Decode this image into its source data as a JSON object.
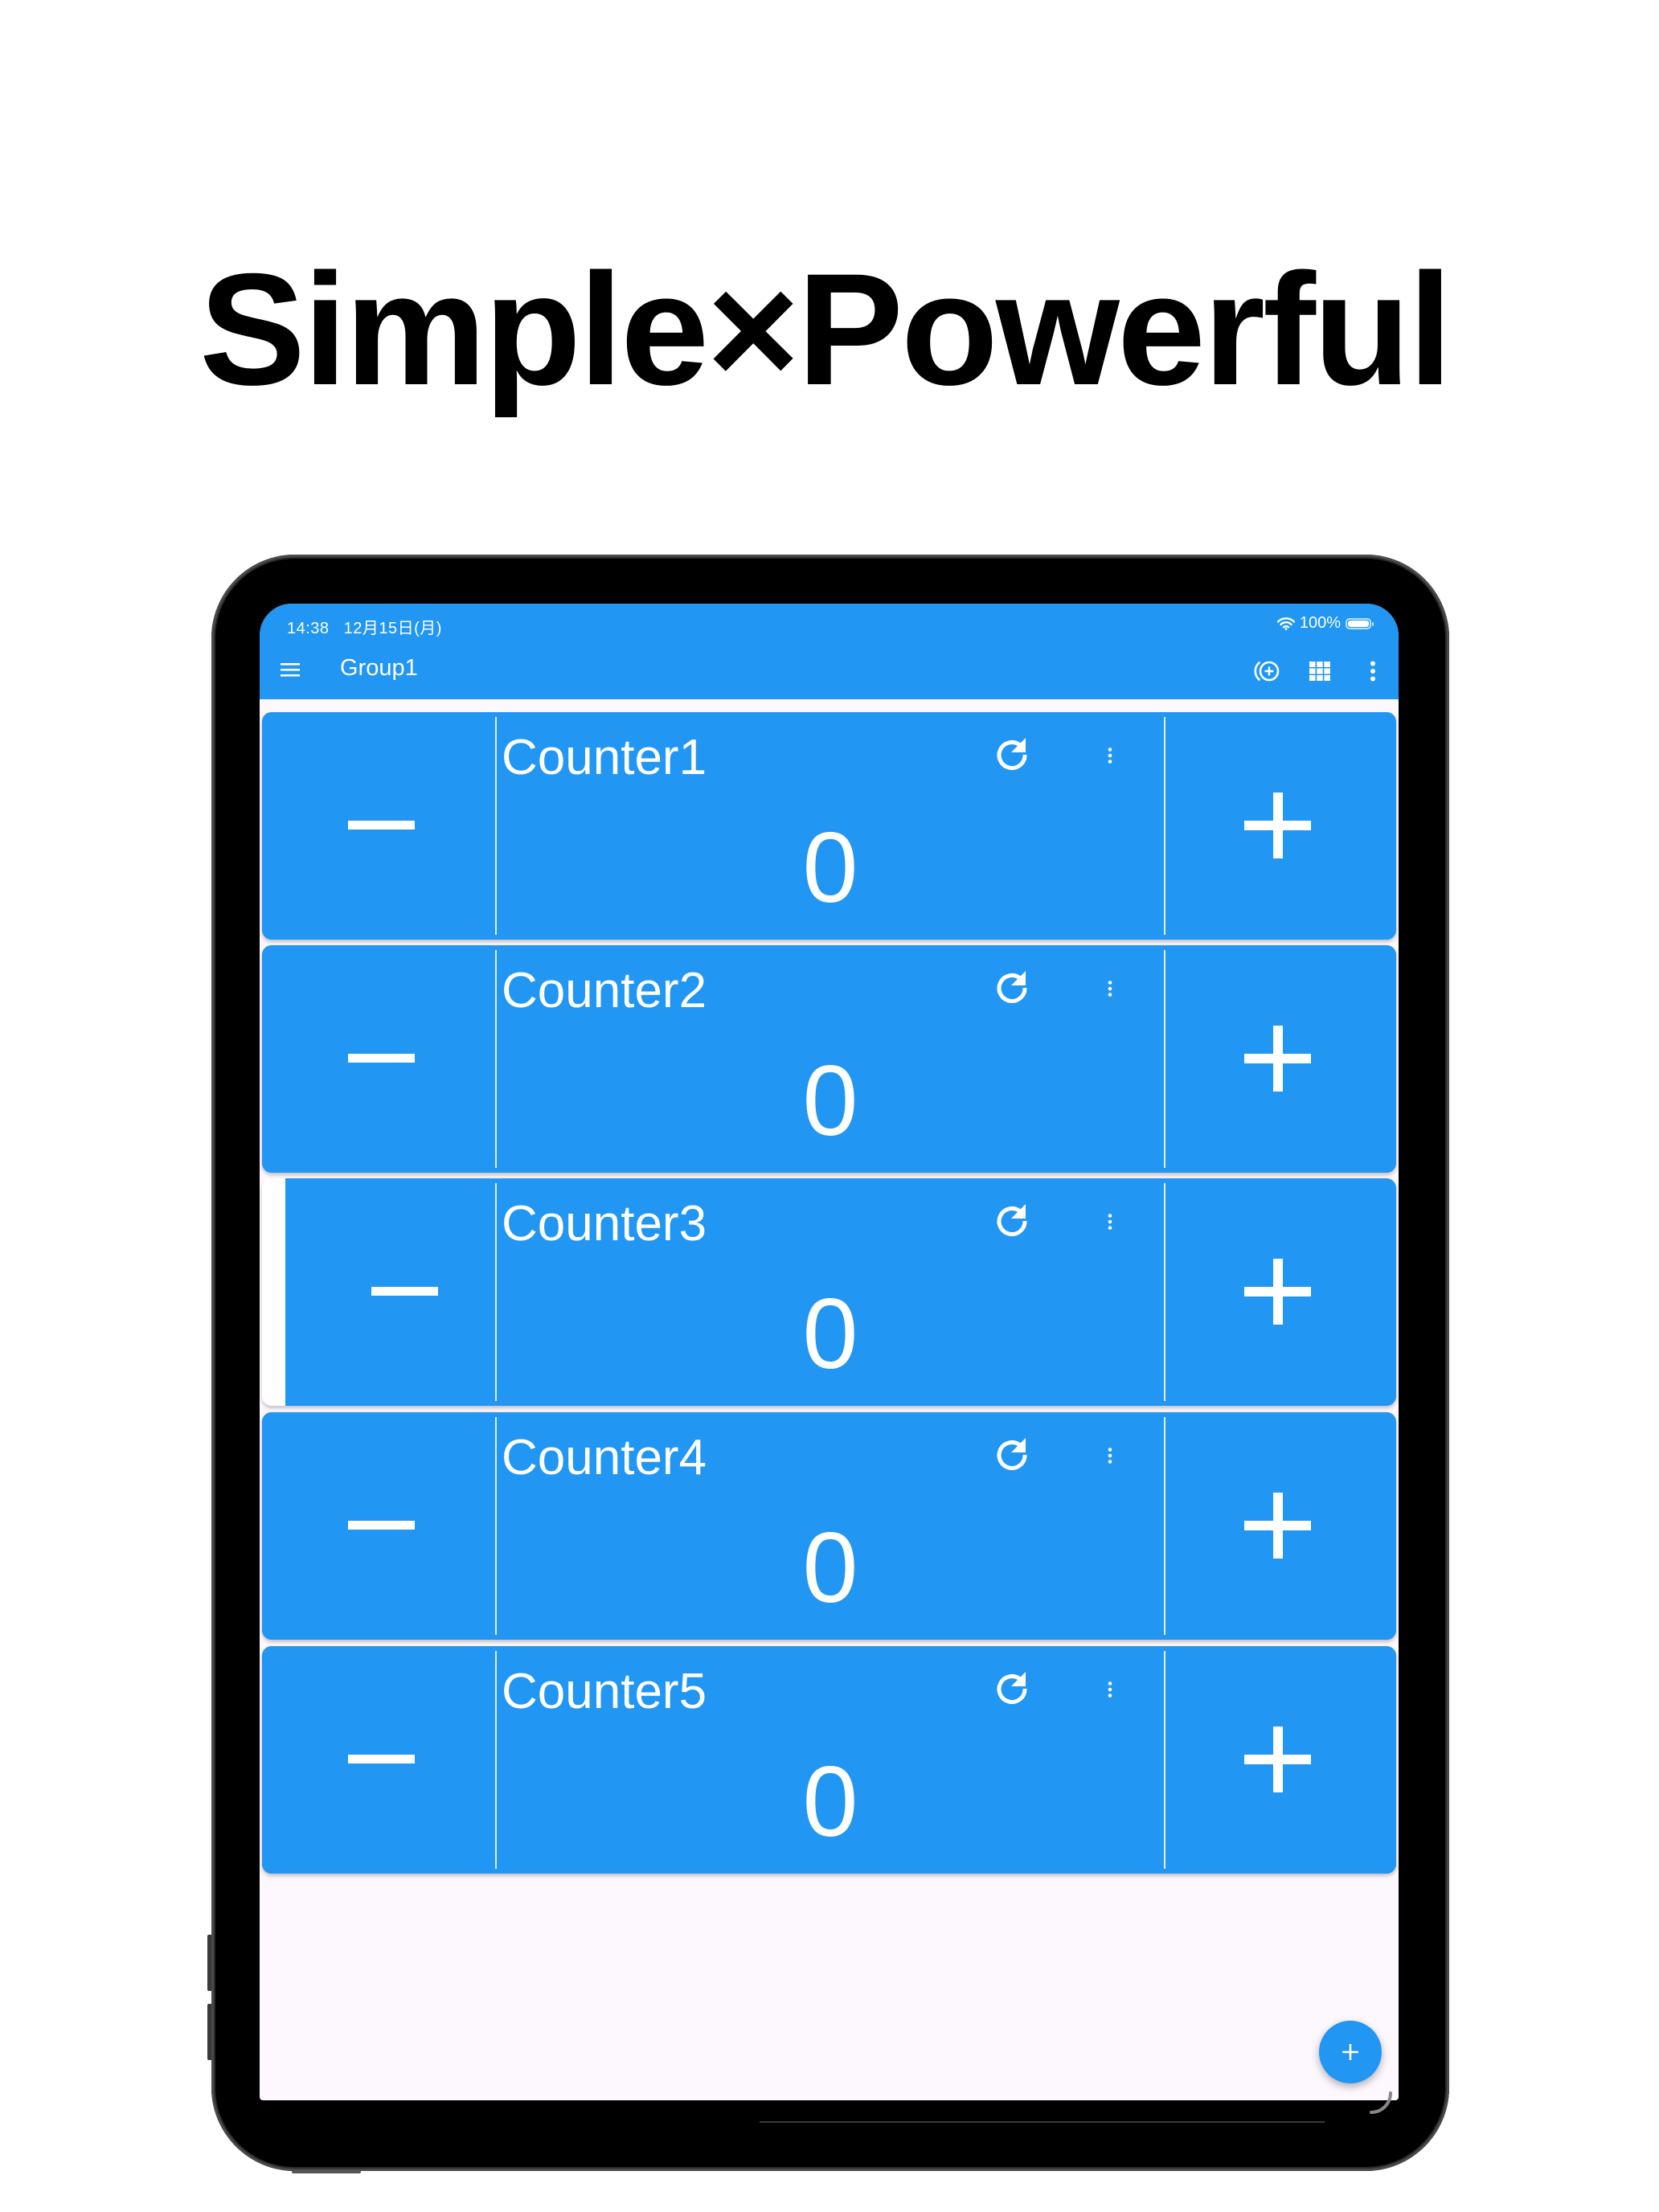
{
  "headline": "Simple×Powerful",
  "status_bar": {
    "time": "14:38",
    "date": "12月15日(月)",
    "battery": "100%",
    "wifi_icon": "wifi-icon",
    "battery_icon": "battery-icon"
  },
  "app_bar": {
    "title": "Group1",
    "menu_icon": "hamburger-menu-icon",
    "actions": [
      {
        "name": "add-counter-circle",
        "icon": "add-circle-icon"
      },
      {
        "name": "grid-view",
        "icon": "grid-icon"
      },
      {
        "name": "more-options",
        "icon": "kebab-menu-icon"
      }
    ]
  },
  "counters": [
    {
      "label": "Counter1",
      "value": "0",
      "swiped": false
    },
    {
      "label": "Counter2",
      "value": "0",
      "swiped": false
    },
    {
      "label": "Counter3",
      "value": "0",
      "swiped": true
    },
    {
      "label": "Counter4",
      "value": "0",
      "swiped": false
    },
    {
      "label": "Counter5",
      "value": "0",
      "swiped": false
    }
  ],
  "counter_controls": {
    "decrement_symbol": "−",
    "increment_symbol": "+",
    "reset_icon": "refresh-icon",
    "menu_icon": "kebab-menu-icon"
  },
  "fab": {
    "icon": "plus-icon",
    "label": "+"
  },
  "colors": {
    "primary": "#2196f3",
    "background": "#fdf7fe",
    "on_primary": "#ffffff"
  }
}
